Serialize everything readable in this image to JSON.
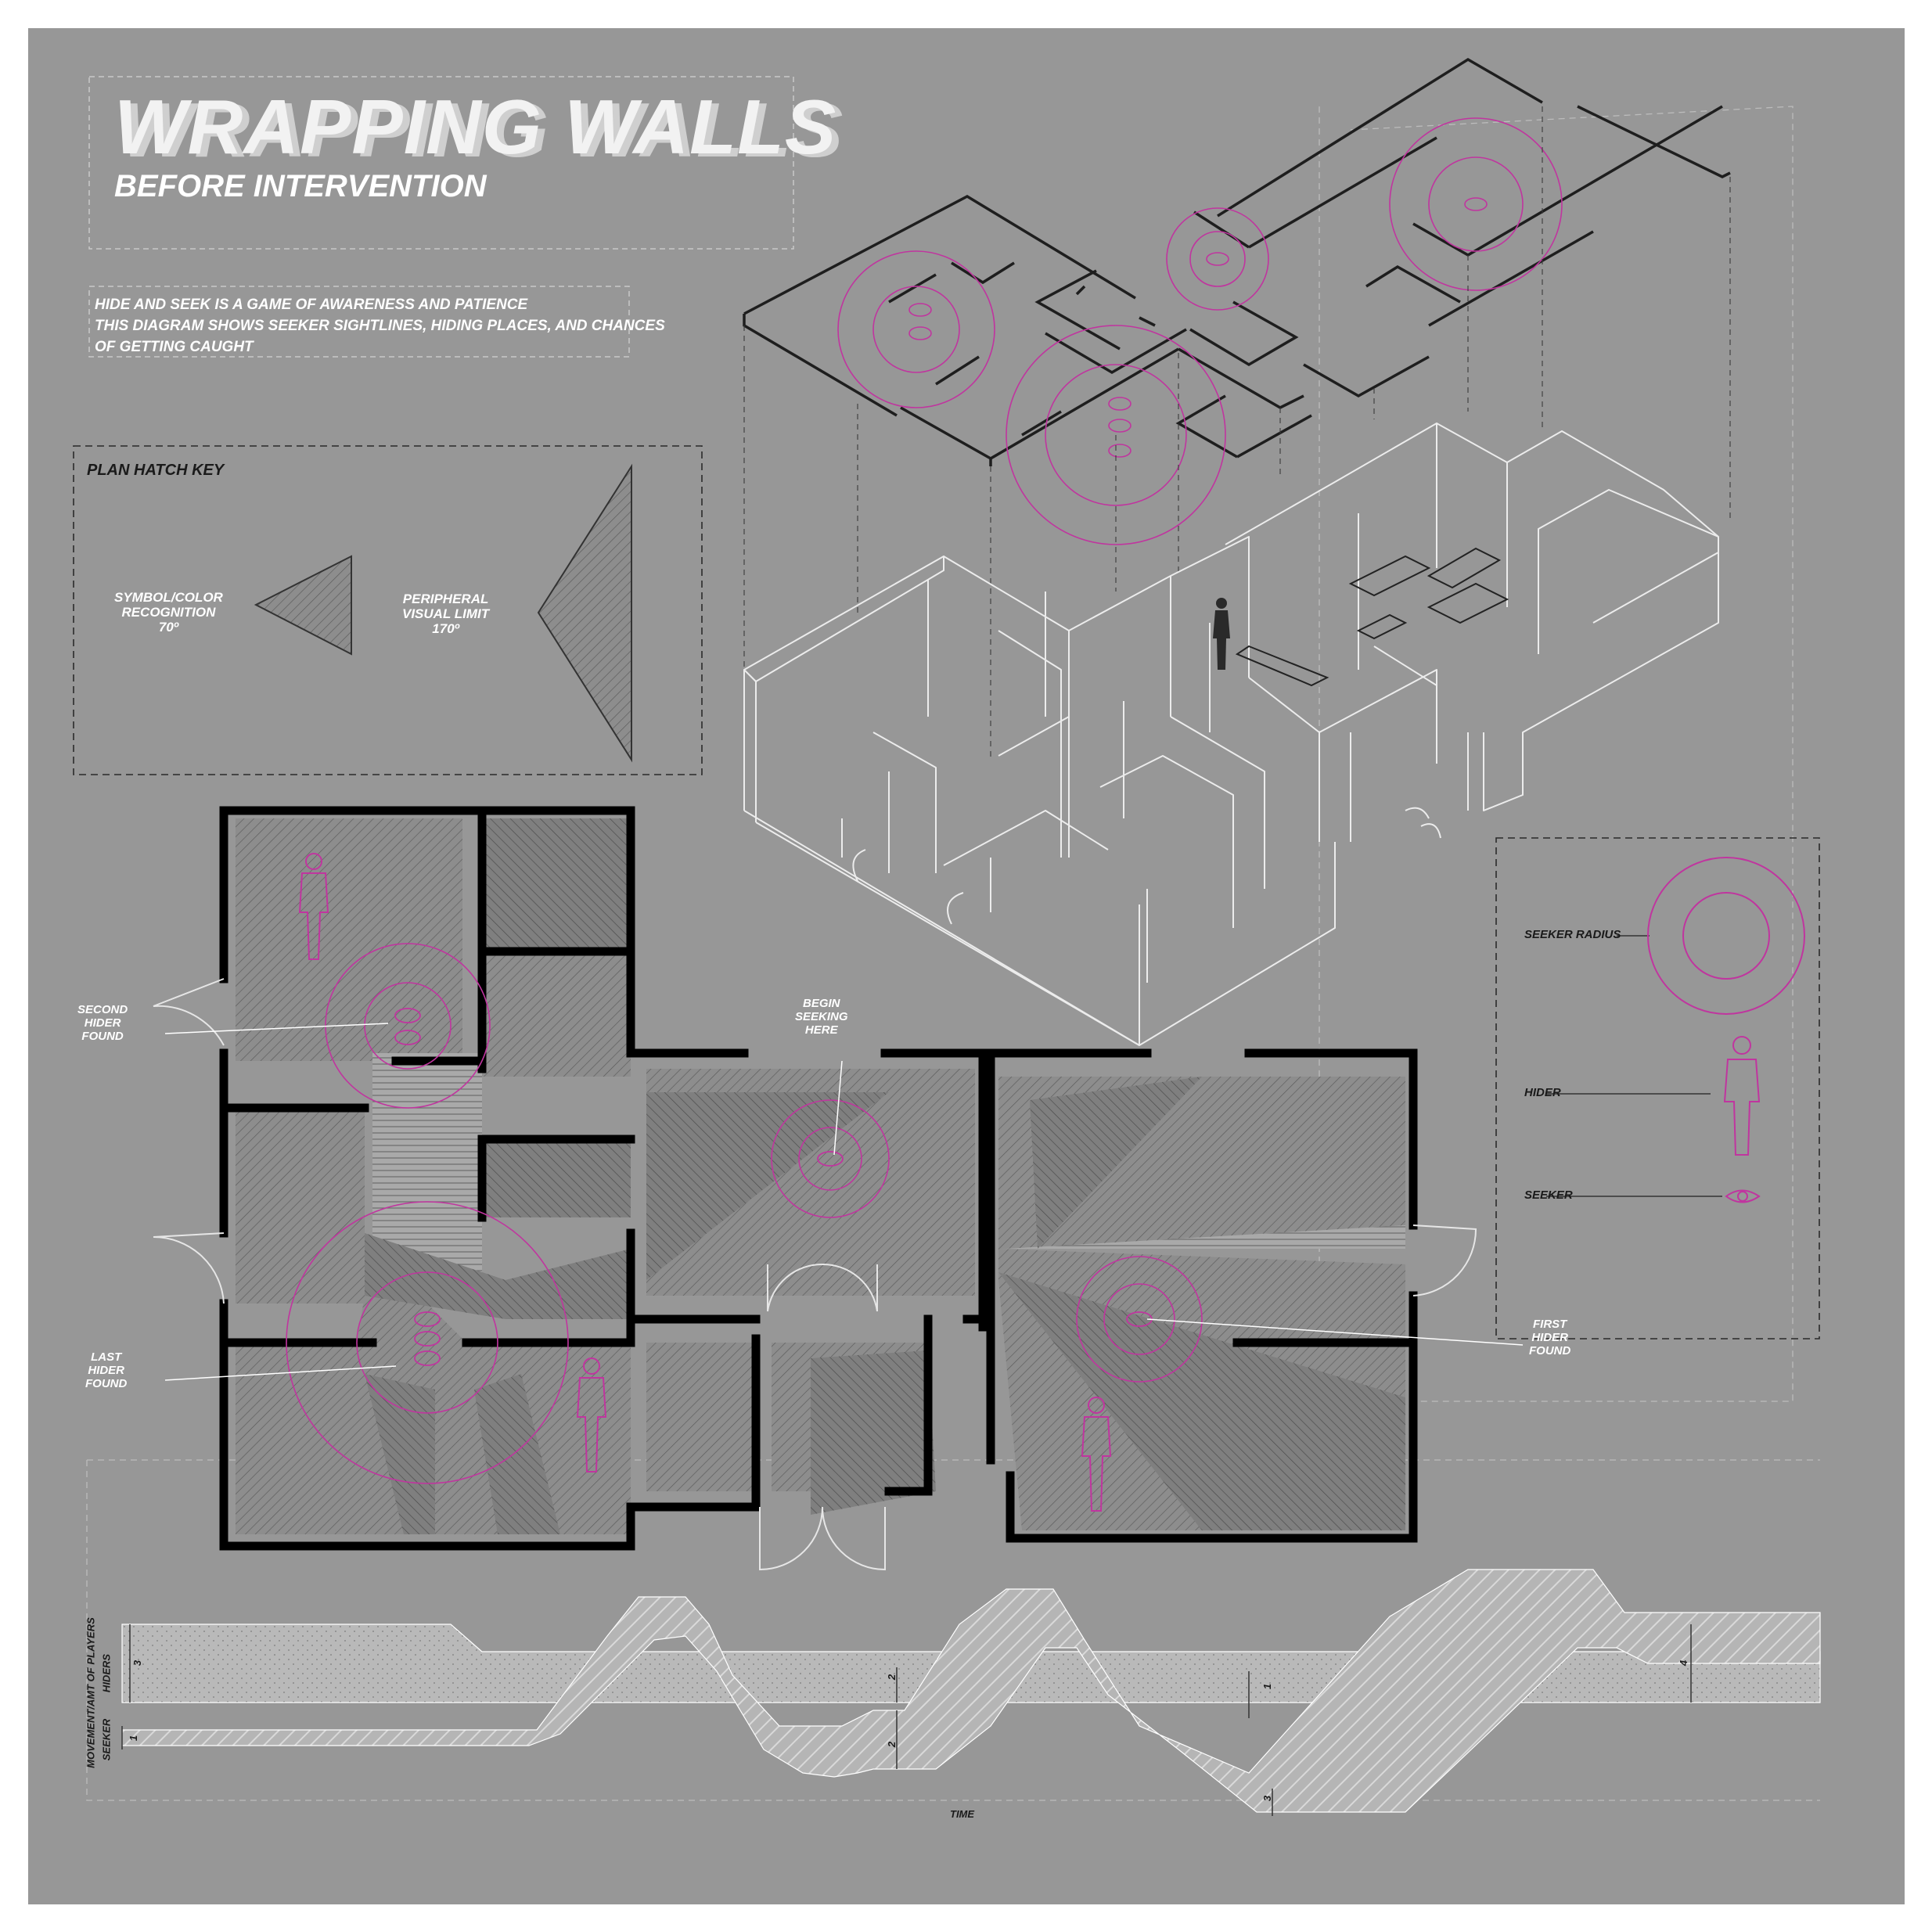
{
  "title": "WRAPPING WALLS",
  "subtitle": "BEFORE INTERVENTION",
  "description": "HIDE AND SEEK IS A GAME OF AWARENESS AND PATIENCE\nTHIS DIAGRAM SHOWS SEEKER SIGHTLINES, HIDING PLACES, AND CHANCES\nOF GETTING CAUGHT",
  "hatch_key": {
    "title": "PLAN HATCH KEY",
    "items": [
      {
        "label": "SYMBOL/COLOR\nRECOGNITION\n70º"
      },
      {
        "label": "PERIPHERAL\nVISUAL LIMIT\n170º"
      }
    ]
  },
  "legend": {
    "seeker_radius": "SEEKER  RADIUS",
    "hider": "HIDER",
    "seeker": "SEEKER"
  },
  "plan_labels": {
    "second_hider": "SECOND\nHIDER\nFOUND",
    "begin": "BEGIN\nSEEKING\nHERE",
    "last_hider": "LAST\nHIDER\nFOUND",
    "first_hider": "FIRST\nHIDER\nFOUND"
  },
  "timeline": {
    "y_axis_label": "MOVEMENT/AMT OF PLAYERS",
    "hiders_label": "HIDERS",
    "seeker_label": "SEEKER",
    "x_axis_label": "TIME",
    "counts": [
      "3",
      "1",
      "2",
      "2",
      "1",
      "3",
      "4"
    ]
  },
  "colors": {
    "background": "#979797",
    "accent": "#c0359f",
    "walls": "#000000",
    "lines": "#ffffff"
  }
}
